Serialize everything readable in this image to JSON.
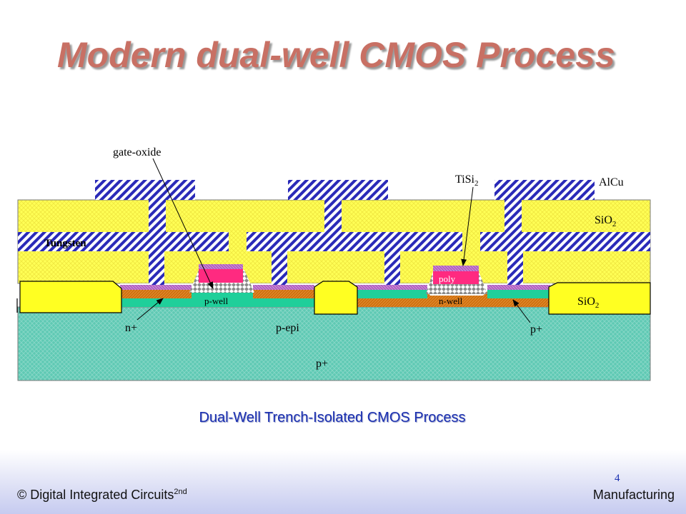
{
  "slide": {
    "title": "Modern dual-well CMOS Process",
    "caption": "Dual-Well Trench-Isolated CMOS Process",
    "page_number": "4"
  },
  "diagram": {
    "labels": {
      "gate_oxide": "gate-oxide",
      "tisi2": "TiSi",
      "tisi2_sub": "2",
      "alcu": "AlCu",
      "sio2": "SiO",
      "sio2_sub": "2",
      "tungsten": "Tungsten",
      "poly": "poly",
      "p_well": "p-well",
      "n_well": "n-well",
      "n_plus": "n+",
      "p_epi": "p-epi",
      "p_plus_right": "p+",
      "p_plus_substrate": "p+"
    },
    "colors": {
      "substrate": "#5fc9b4",
      "oxide": "#ffff55",
      "metal_stripe": "#2a2ab8",
      "poly": "#ff2a80",
      "nwell": "#d07010",
      "pwell": "#1fcf9a",
      "silicide": "#b060c0"
    }
  },
  "footer": {
    "copyright": "© Digital Integrated Circuits",
    "edition": "2nd",
    "section": "Manufacturing"
  }
}
